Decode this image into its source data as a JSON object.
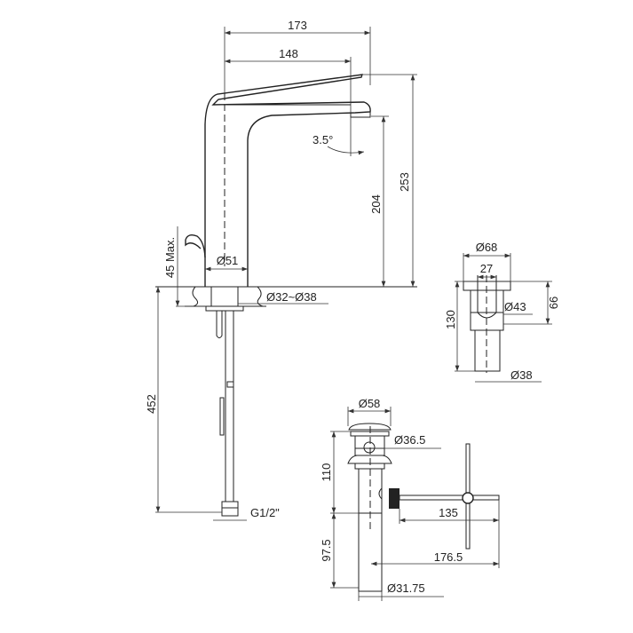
{
  "faucet": {
    "width_overall": "173",
    "spout_reach": "148",
    "height_overall": "253",
    "spout_height": "204",
    "spout_angle": "3.5°",
    "base_diameter": "Ø51",
    "max_deck_thickness": "45 Max.",
    "hole_diameter": "Ø32~Ø38",
    "hose_length": "452",
    "connection": "G1/2\""
  },
  "escutcheon": {
    "outer_diameter": "Ø68",
    "inner_width": "27",
    "body_diameter": "Ø43",
    "height": "66",
    "total_length": "130",
    "tube_diameter": "Ø38"
  },
  "drain": {
    "cap_diameter": "Ø58",
    "flange_diameter": "Ø36.5",
    "upper_height": "110",
    "lower_height": "97.5",
    "rod_length": "135",
    "total_reach": "176.5",
    "tail_diameter": "Ø31.75"
  },
  "colors": {
    "line": "#222222",
    "background": "#ffffff"
  }
}
